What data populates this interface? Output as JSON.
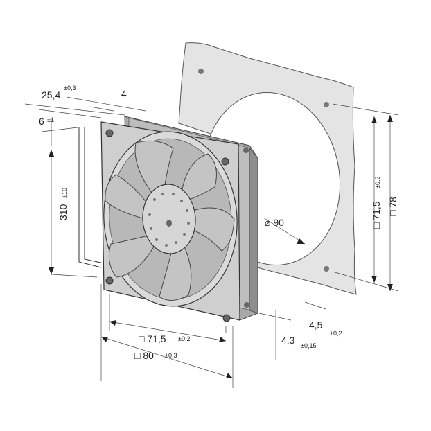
{
  "dimensions": {
    "depth": {
      "value": "25,4",
      "tolerance": "±0,3"
    },
    "frame_offset": {
      "value": "4"
    },
    "lead_offset": {
      "value": "6",
      "tolerance": "±1"
    },
    "lead_length": {
      "value": "310",
      "tolerance": "±10"
    },
    "hole_spacing_side": {
      "value": "□ 71,5",
      "tolerance": "±0,2"
    },
    "size_side": {
      "value": "□ 78"
    },
    "cutout_diameter": {
      "value": "⌀ 90"
    },
    "hole_spacing_front": {
      "value": "□ 71,5",
      "tolerance": "±0,2"
    },
    "frame_size": {
      "value": "□ 80",
      "tolerance": "±0,3"
    },
    "hole_diameter_panel": {
      "value": "4,5",
      "tolerance": "±0,2"
    },
    "hole_diameter_fan": {
      "value": "4,3",
      "tolerance": "±0,15"
    }
  },
  "colors": {
    "fan_body": "#c9c9c9",
    "fan_dark": "#9a9a9a",
    "panel": "#e2e2e2",
    "line": "#333333"
  }
}
